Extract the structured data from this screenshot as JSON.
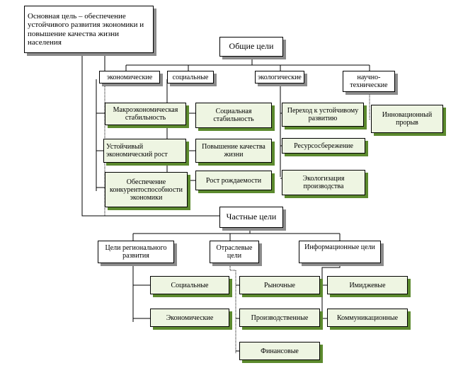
{
  "main_goal": "Основная цель – обеспечение устойчивого развития экономики и повышение качества жизни населения",
  "general_goals": {
    "title": "Общие цели",
    "categories": {
      "economic": "экономические",
      "social": "социальные",
      "ecological": "экологические",
      "scitech": "научно-технические"
    },
    "economic_items": [
      "Макроэкономическая стабильность",
      "Устойчивый экономический рост",
      "Обеспечение конкурентоспособности экономики"
    ],
    "social_items": [
      "Социальная стабильность",
      "Повышение качества жизни",
      "Рост рождаемости"
    ],
    "ecological_items": [
      "Переход к устойчивому развитию",
      "Ресурсосбережение",
      "Экологизация производства"
    ],
    "scitech_items": [
      "Инновационный прорыв"
    ]
  },
  "private_goals": {
    "title": "Частные цели",
    "categories": {
      "regional": "Цели регионального развития",
      "sectoral": "Отраслевые цели",
      "informational": "Информационные цели"
    },
    "regional_items": [
      "Социальные",
      "Экономические"
    ],
    "sectoral_items": [
      "Рыночные",
      "Производственные",
      "Финансовые"
    ],
    "informational_items": [
      "Имиджевые",
      "Коммуникационные"
    ]
  },
  "colors": {
    "line": "#000000",
    "plain_shadow": "#8c8c8c",
    "green_fill": "#eef5e2",
    "green_shadow": "#5c8a2e"
  }
}
